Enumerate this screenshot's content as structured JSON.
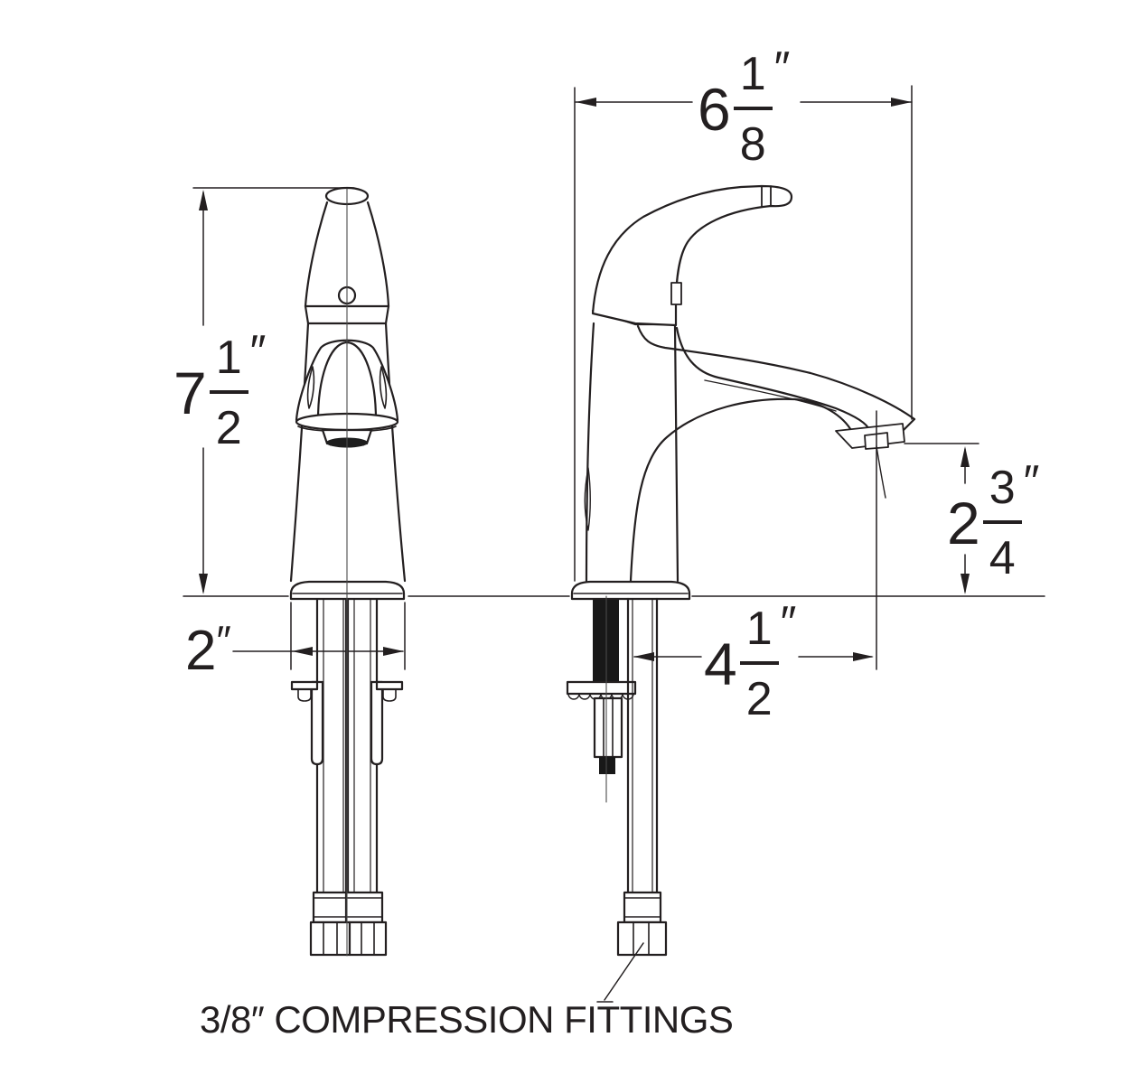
{
  "drawing": {
    "dimensions": {
      "overall_width": {
        "whole": "6",
        "numerator": "1",
        "denominator": "8",
        "unit": "″"
      },
      "overall_height": {
        "whole": "7",
        "numerator": "1",
        "denominator": "2",
        "unit": "″"
      },
      "base_width": {
        "whole": "2",
        "unit": "″"
      },
      "spout_reach": {
        "whole": "4",
        "numerator": "1",
        "denominator": "2",
        "unit": "″"
      },
      "spout_height": {
        "whole": "2",
        "numerator": "3",
        "denominator": "4",
        "unit": "″"
      }
    },
    "note": "3/8″ COMPRESSION FITTINGS",
    "colors": {
      "line": "#231f20",
      "background": "#ffffff"
    }
  }
}
